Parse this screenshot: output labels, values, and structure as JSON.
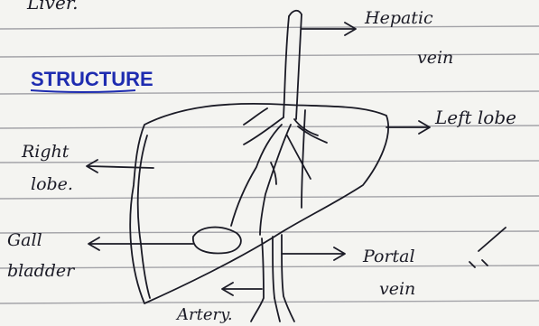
{
  "page": {
    "heading_partial": "Liver.",
    "section_title": "STRUCTURE"
  },
  "labels": {
    "hepatic_vein_1": "Hepatic",
    "hepatic_vein_2": "vein",
    "left_lobe": "Left lobe",
    "right_lobe_1": "Right",
    "right_lobe_2": "lobe.",
    "gall_bladder_1": "Gall",
    "gall_bladder_2": "bladder",
    "portal_vein_1": "Portal",
    "portal_vein_2": "vein",
    "artery": "Artery."
  },
  "colors": {
    "paper": "#f4f4f1",
    "rule_line": "#a3a3a8",
    "ink": "#1b1b26",
    "title_ink": "#1e2cb0"
  }
}
